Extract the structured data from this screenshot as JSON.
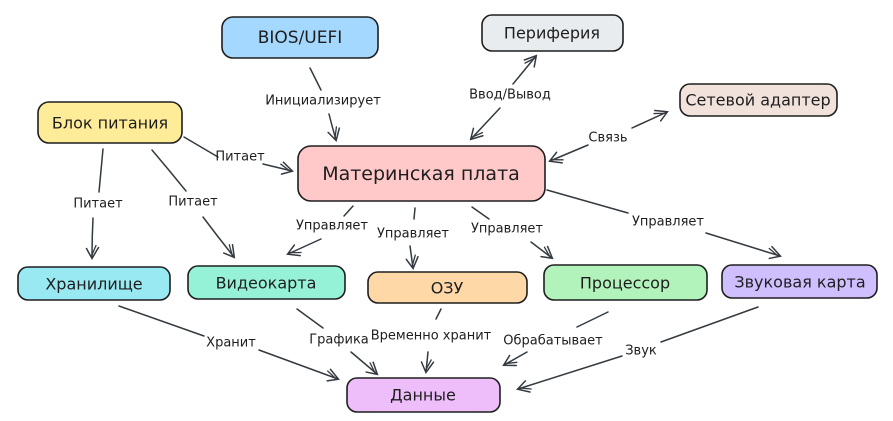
{
  "diagram": {
    "background": "#ffffff",
    "stroke_color": "#343a40",
    "nodes": {
      "bios": {
        "label": "BIOS/UEFI",
        "fill": "#a5d8ff"
      },
      "peripherals": {
        "label": "Периферия",
        "fill": "#e9ecef"
      },
      "network": {
        "label": "Сетевой адаптер",
        "fill": "#f2e2dc"
      },
      "psu": {
        "label": "Блок питания",
        "fill": "#ffec99"
      },
      "motherboard": {
        "label": "Материнская плата",
        "fill": "#ffc9c9"
      },
      "storage": {
        "label": "Хранилище",
        "fill": "#99e9f2"
      },
      "gpu": {
        "label": "Видеокарта",
        "fill": "#96f2d7"
      },
      "ram": {
        "label": "ОЗУ",
        "fill": "#ffd8a8"
      },
      "cpu": {
        "label": "Процессор",
        "fill": "#b2f2bb"
      },
      "sound": {
        "label": "Звуковая карта",
        "fill": "#d0bfff"
      },
      "data": {
        "label": "Данные",
        "fill": "#eebefa"
      }
    },
    "edges": {
      "init": {
        "from": "bios",
        "to": "motherboard",
        "label": "Инициализирует"
      },
      "io": {
        "from": "motherboard",
        "to": "peripherals",
        "label": "Ввод/Вывод",
        "bidirectional": true
      },
      "link": {
        "from": "motherboard",
        "to": "network",
        "label": "Связь",
        "bidirectional": true
      },
      "power_mb": {
        "from": "psu",
        "to": "motherboard",
        "label": "Питает"
      },
      "power_storage": {
        "from": "psu",
        "to": "storage",
        "label": "Питает"
      },
      "power_gpu": {
        "from": "psu",
        "to": "gpu",
        "label": "Питает"
      },
      "ctrl_gpu": {
        "from": "motherboard",
        "to": "gpu",
        "label": "Управляет"
      },
      "ctrl_ram": {
        "from": "motherboard",
        "to": "ram",
        "label": "Управляет"
      },
      "ctrl_cpu": {
        "from": "motherboard",
        "to": "cpu",
        "label": "Управляет"
      },
      "ctrl_sound": {
        "from": "motherboard",
        "to": "sound",
        "label": "Управляет"
      },
      "store": {
        "from": "storage",
        "to": "data",
        "label": "Хранит"
      },
      "graphics": {
        "from": "gpu",
        "to": "data",
        "label": "Графика"
      },
      "temp_store": {
        "from": "ram",
        "to": "data",
        "label": "Временно хранит"
      },
      "process": {
        "from": "cpu",
        "to": "data",
        "label": "Обрабатывает"
      },
      "sound_out": {
        "from": "sound",
        "to": "data",
        "label": "Звук"
      }
    }
  }
}
